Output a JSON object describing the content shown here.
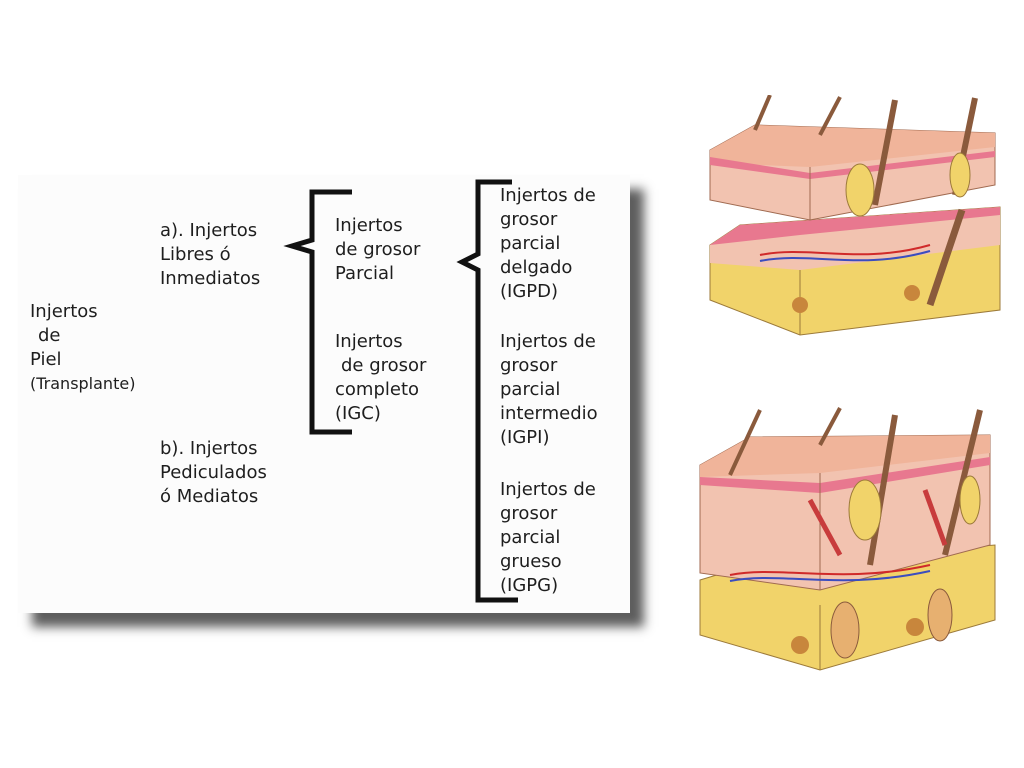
{
  "root": {
    "lines": [
      "Injertos",
      "de",
      "Piel",
      "(Transplante)"
    ]
  },
  "branch_a": {
    "lines": [
      "a). Injertos",
      "Libres ó",
      "Inmediatos"
    ]
  },
  "branch_b": {
    "lines": [
      "b). Injertos",
      "Pediculados",
      "ó Mediatos"
    ]
  },
  "partial": {
    "lines": [
      "Injertos",
      "de grosor",
      "Parcial"
    ]
  },
  "complete": {
    "lines": [
      "Injertos",
      "de grosor",
      "completo",
      "(IGC)"
    ]
  },
  "thin": {
    "lines": [
      "Injertos de",
      "grosor",
      "parcial",
      "delgado",
      "(IGPD)"
    ]
  },
  "intermediate": {
    "lines": [
      "Injertos de",
      "grosor",
      "parcial",
      "intermedio",
      "(IGPI)"
    ]
  },
  "thick": {
    "lines": [
      "Injertos de",
      "grosor",
      "parcial",
      "grueso",
      "(IGPG)"
    ]
  },
  "colors": {
    "epidermis": "#e8788f",
    "dermis": "#f2c3b0",
    "fat": "#f1d36a",
    "hair": "#8a5a3c",
    "bracket": "#111111"
  }
}
